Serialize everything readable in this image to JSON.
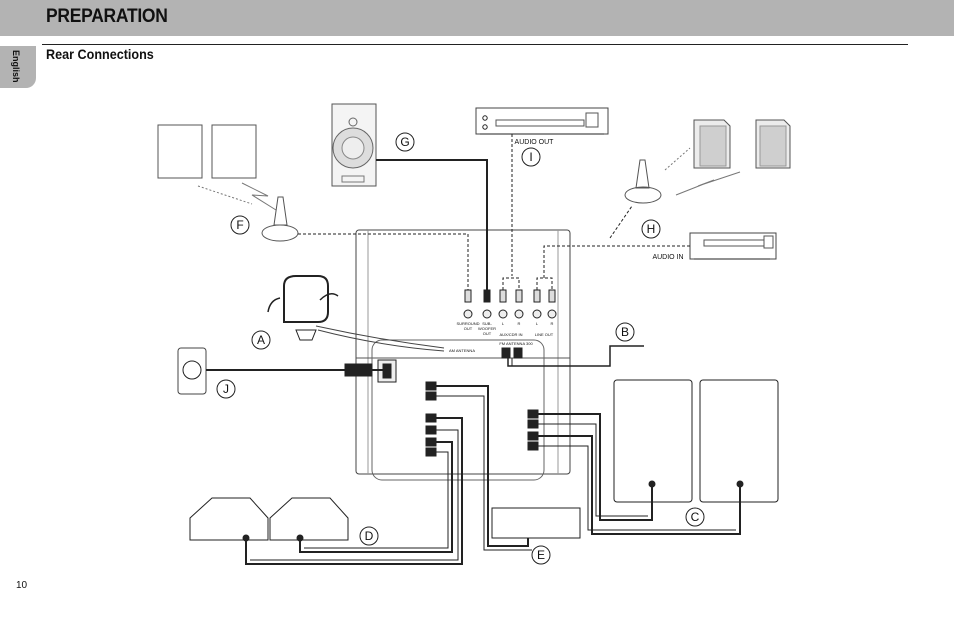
{
  "header": {
    "title": "PREPARATION"
  },
  "section": {
    "title": "Rear Connections"
  },
  "sidebar": {
    "language_tab": "English"
  },
  "footer": {
    "page_number": "10"
  },
  "diagram": {
    "callouts": [
      "A",
      "B",
      "C",
      "D",
      "E",
      "F",
      "G",
      "H",
      "I",
      "J"
    ],
    "labels": {
      "audio_out": "AUDIO OUT",
      "audio_in": "AUDIO IN",
      "surround_out": "SURROUND",
      "surround_out2": "OUT",
      "subwoofer_out": "SUB-",
      "subwoofer_out2": "WOOFER",
      "subwoofer_out3": "OUT",
      "aux_cdr_in": "AUX/CDR IN",
      "line_out": "LINE OUT",
      "l1": "L",
      "r1": "R",
      "l2": "L",
      "r2": "R",
      "am_antenna": "AM ANTENNA",
      "fm_antenna": "FM ANTENNA 300"
    }
  }
}
